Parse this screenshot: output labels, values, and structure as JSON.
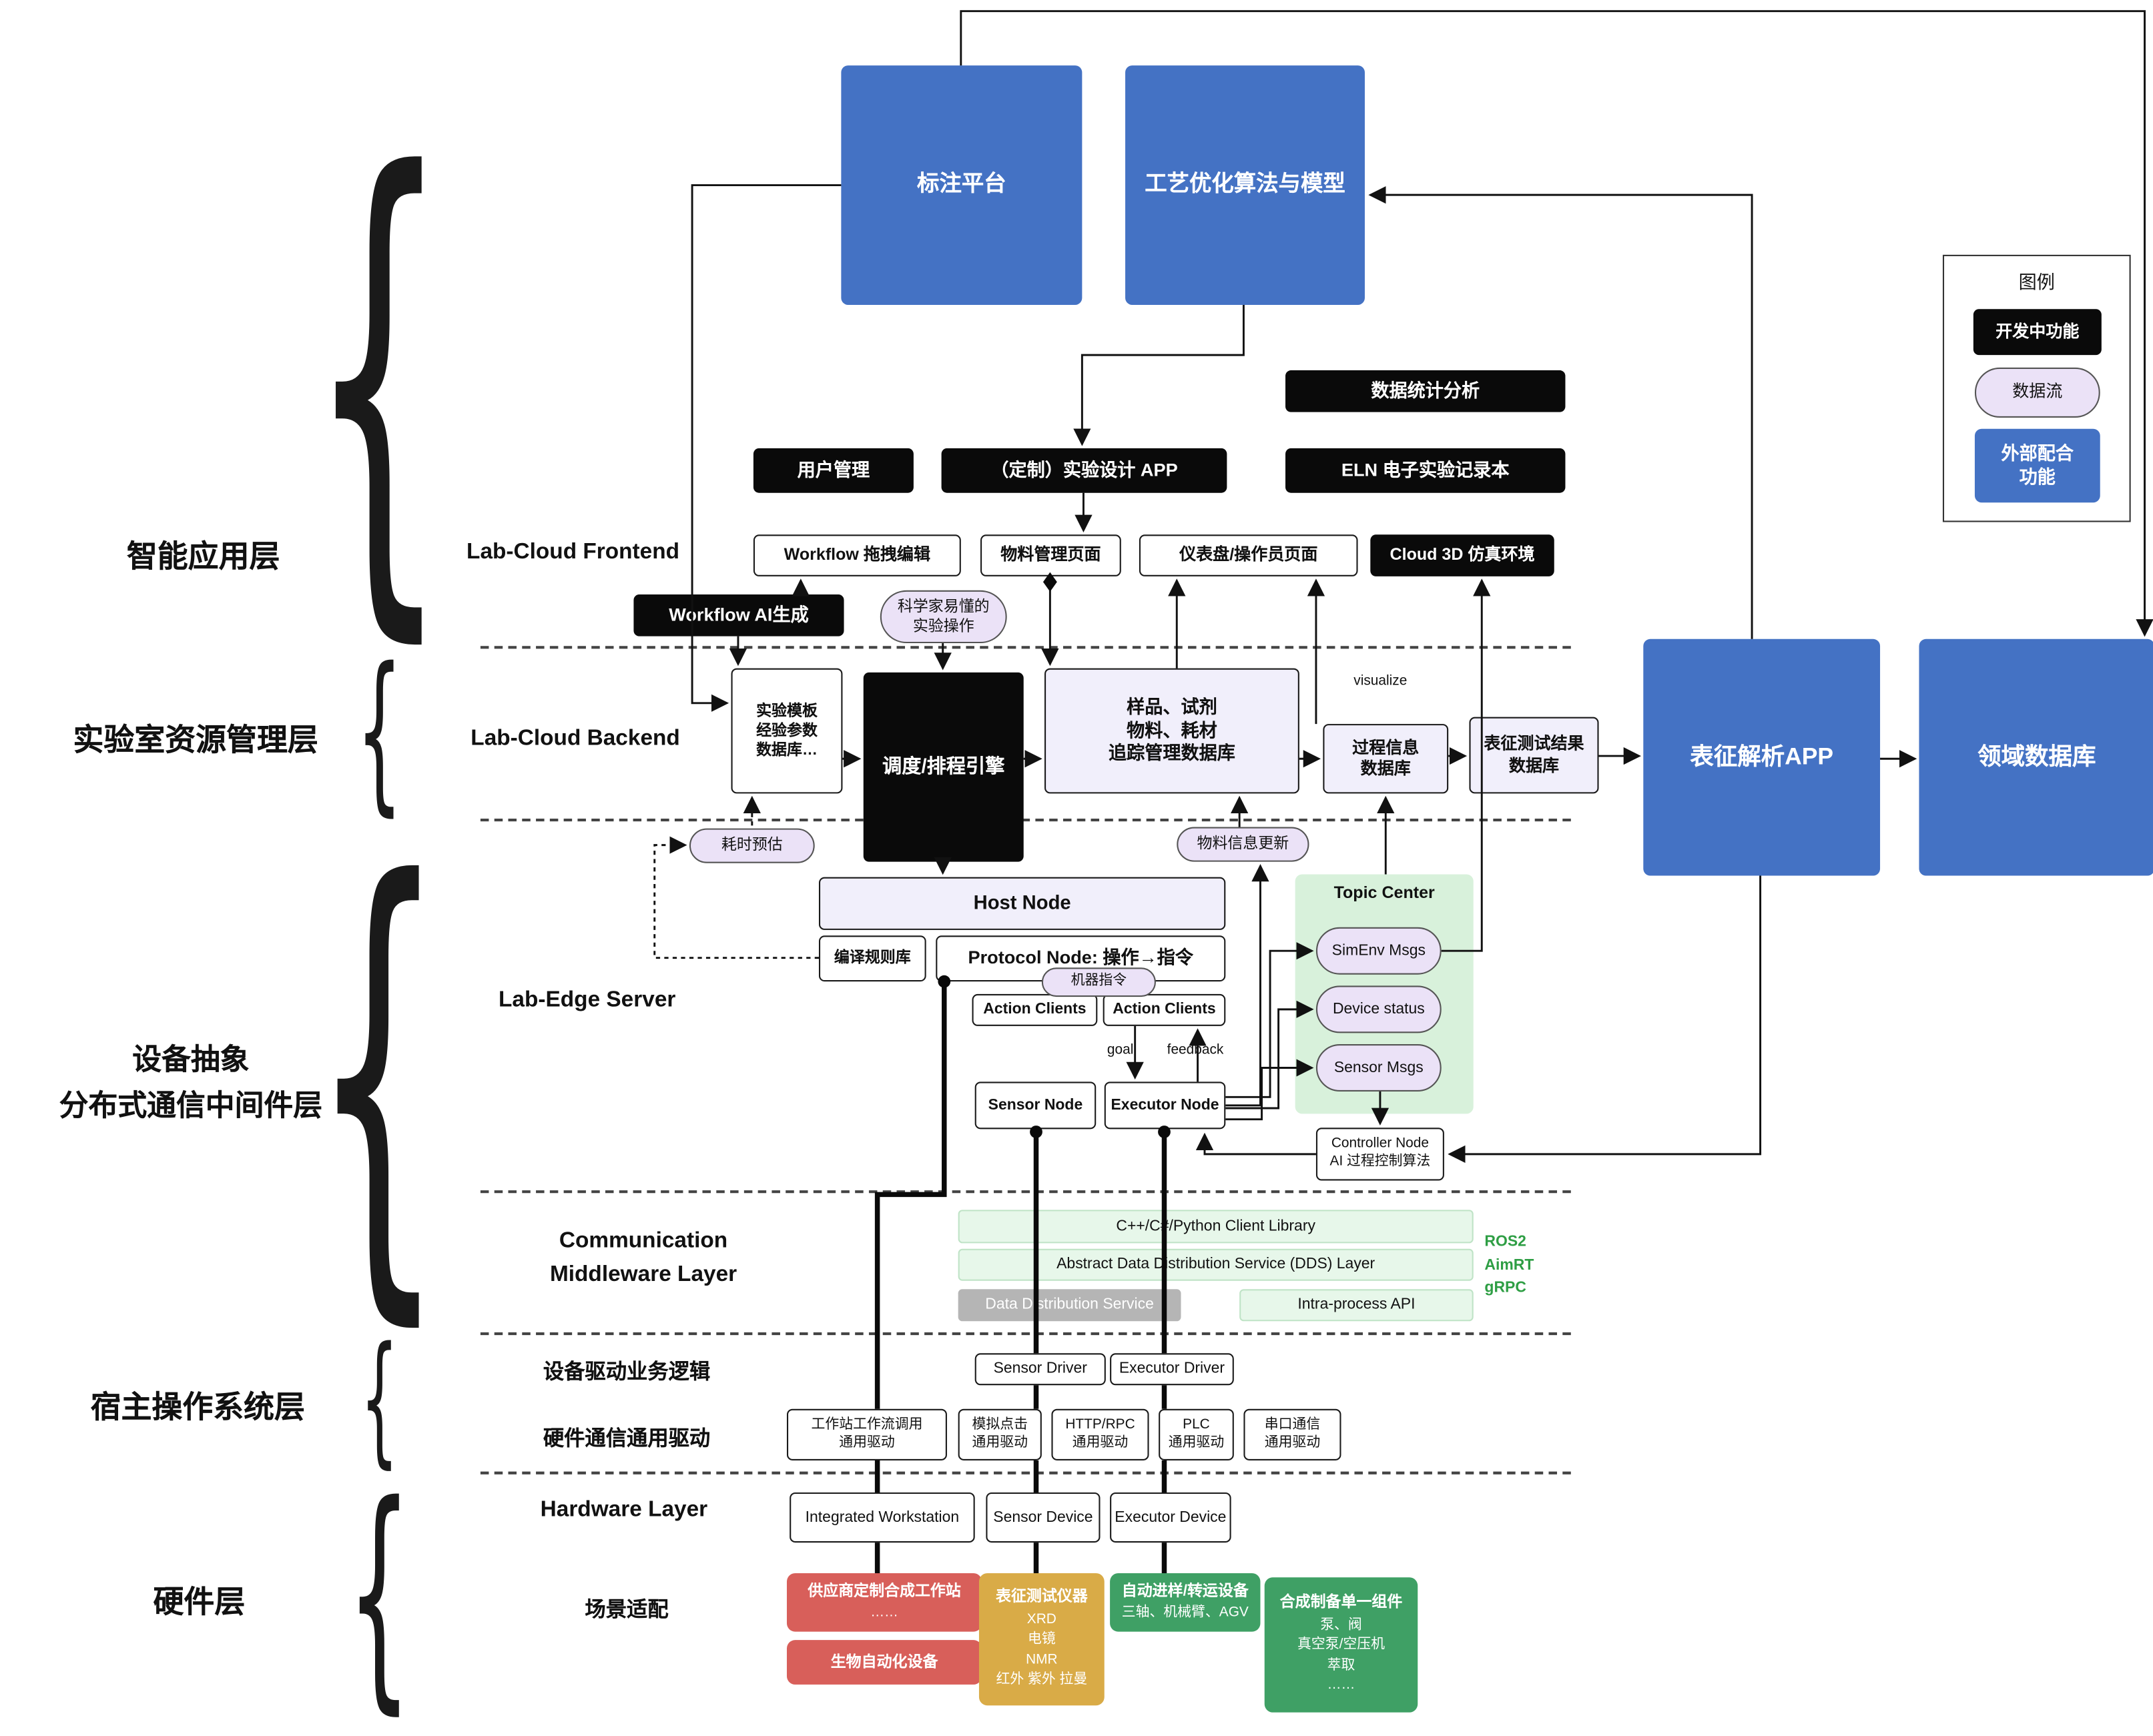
{
  "legend": {
    "title": "图例",
    "dev": "开发中功能",
    "flow": "数据流",
    "external": "外部配合\n功能"
  },
  "layers": {
    "app": "智能应用层",
    "resource": "实验室资源管理层",
    "device": "设备抽象\n分布式通信中间件层",
    "hostos": "宿主操作系统层",
    "hardware": "硬件层"
  },
  "sections": {
    "frontend": "Lab-Cloud Frontend",
    "backend": "Lab-Cloud Backend",
    "edge": "Lab-Edge Server",
    "middleware": "Communication\nMiddleware Layer",
    "driver_logic": "设备驱动业务逻辑",
    "hw_comm": "硬件通信通用驱动",
    "hardware": "Hardware Layer",
    "scene": "场景适配"
  },
  "nodes": {
    "annotation": "标注平台",
    "process_opt": "工艺优化算法与模型",
    "stats": "数据统计分析",
    "user_mgmt": "用户管理",
    "custom_app": "（定制）实验设计 APP",
    "eln": "ELN 电子实验记录本",
    "workflow_edit": "Workflow 拖拽编辑",
    "material_page": "物料管理页面",
    "dashboard": "仪表盘/操作员页面",
    "cloud3d": "Cloud 3D 仿真环境",
    "workflow_ai": "Workflow AI生成",
    "sci_ops": "科学家易懂的\n实验操作",
    "template_db": "实验模板\n经验参数\n数据库…",
    "scheduler": "调度/排程引擎",
    "tracking_db": "样品、试剂\n物料、耗材\n追踪管理数据库",
    "visualize": "visualize",
    "process_db": "过程信息\n数据库",
    "char_db": "表征测试结果\n数据库",
    "char_app": "表征解析APP",
    "domain_db": "领域数据库",
    "time_est": "耗时预估",
    "material_update": "物料信息更新",
    "host_node": "Host Node",
    "rule_lib": "编译规则库",
    "protocol_node": "Protocol Node: 操作→指令",
    "machine_cmd": "机器指令",
    "action_clients": "Action Clients",
    "goal": "goal",
    "feedback": "feedback",
    "sensor_node": "Sensor Node",
    "executor_node": "Executor Node",
    "topic_center": "Topic Center",
    "simenv": "SimEnv Msgs",
    "device_status": "Device status",
    "sensor_msgs": "Sensor Msgs",
    "controller": "Controller Node\nAI 过程控制算法",
    "client_lib": "C++/C#/Python Client Library",
    "dds_abstract": "Abstract Data Distribution Service (DDS) Layer",
    "dds_service": "Data Distribution Service",
    "intra_api": "Intra-process API",
    "protocols": "ROS2\nAimRT\ngRPC",
    "sensor_driver": "Sensor Driver",
    "executor_driver": "Executor Driver",
    "drv_workstation": "工作站工作流调用\n通用驱动",
    "drv_click": "模拟点击\n通用驱动",
    "drv_http": "HTTP/RPC\n通用驱动",
    "drv_plc": "PLC\n通用驱动",
    "drv_serial": "串口通信\n通用驱动",
    "integrated_ws": "Integrated Workstation",
    "sensor_device": "Sensor Device",
    "executor_device": "Executor Device",
    "vendor_ws": {
      "title": "供应商定制合成工作站",
      "lines": "……"
    },
    "bio": "生物自动化设备",
    "char_instruments": {
      "title": "表征测试仪器",
      "lines": "XRD\n电镜\nNMR\n红外 紫外 拉曼"
    },
    "transfer": {
      "title": "自动进样/转运设备",
      "lines": "三轴、机械臂、AGV"
    },
    "components": {
      "title": "合成制备单一组件",
      "lines": "泵、阀\n真空泵/空压机\n萃取\n……"
    }
  },
  "colors": {
    "blue": "#4472c4",
    "black": "#0a0a0a",
    "pill": "#ebe2f7",
    "green_panel": "#d8f1db",
    "green_bar": "#e7f7ea",
    "gray": "#b5b5b5",
    "red": "#d85f5a",
    "gold": "#d9ab47",
    "green": "#3fa065",
    "protocol_text": "#2e9e44"
  }
}
